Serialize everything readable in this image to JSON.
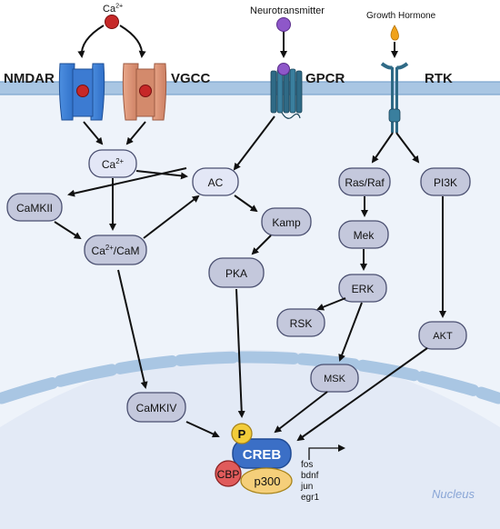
{
  "top_labels": {
    "calcium_ion": "Ca2+",
    "neurotransmitter": "Neurotransmitter",
    "growth_hormone": "Growth Hormone"
  },
  "receptors": {
    "nmdar": "NMDAR",
    "vgcc": "VGCC",
    "gpcr": "GPCR",
    "rtk": "RTK"
  },
  "nodes": {
    "ca_in": "Ca2+",
    "camkii": "CaMKII",
    "ca_cam": "Ca2+/CaM",
    "ac": "AC",
    "kamp": "Kamp",
    "pka": "PKA",
    "camkiv": "CaMKIV",
    "ras_raf": "Ras/Raf",
    "mek": "Mek",
    "erk": "ERK",
    "rsk": "RSK",
    "msk": "MSK",
    "pi3k": "PI3K",
    "akt": "AKT"
  },
  "complex": {
    "phospho": "P",
    "creb": "CREB",
    "cbp": "CBP",
    "p300": "p300"
  },
  "genes": [
    "fos",
    "bdnf",
    "jun",
    "egr1"
  ],
  "nucleus_label": "Nucleus",
  "colors": {
    "membrane": "#a9c6e3",
    "cytoplasm": "#eef3fa",
    "nucleus": "#e3eaf6",
    "node_fill": "#c4c8dc",
    "node_stroke": "#4a4f70",
    "creb": "#3b6fc6",
    "phospho": "#f2cc3a",
    "cbp": "#e05b5b",
    "p300": "#f5cf7a",
    "ion": "#c62828",
    "ligand": "#8e57c9",
    "hormone": "#f0a21a"
  }
}
